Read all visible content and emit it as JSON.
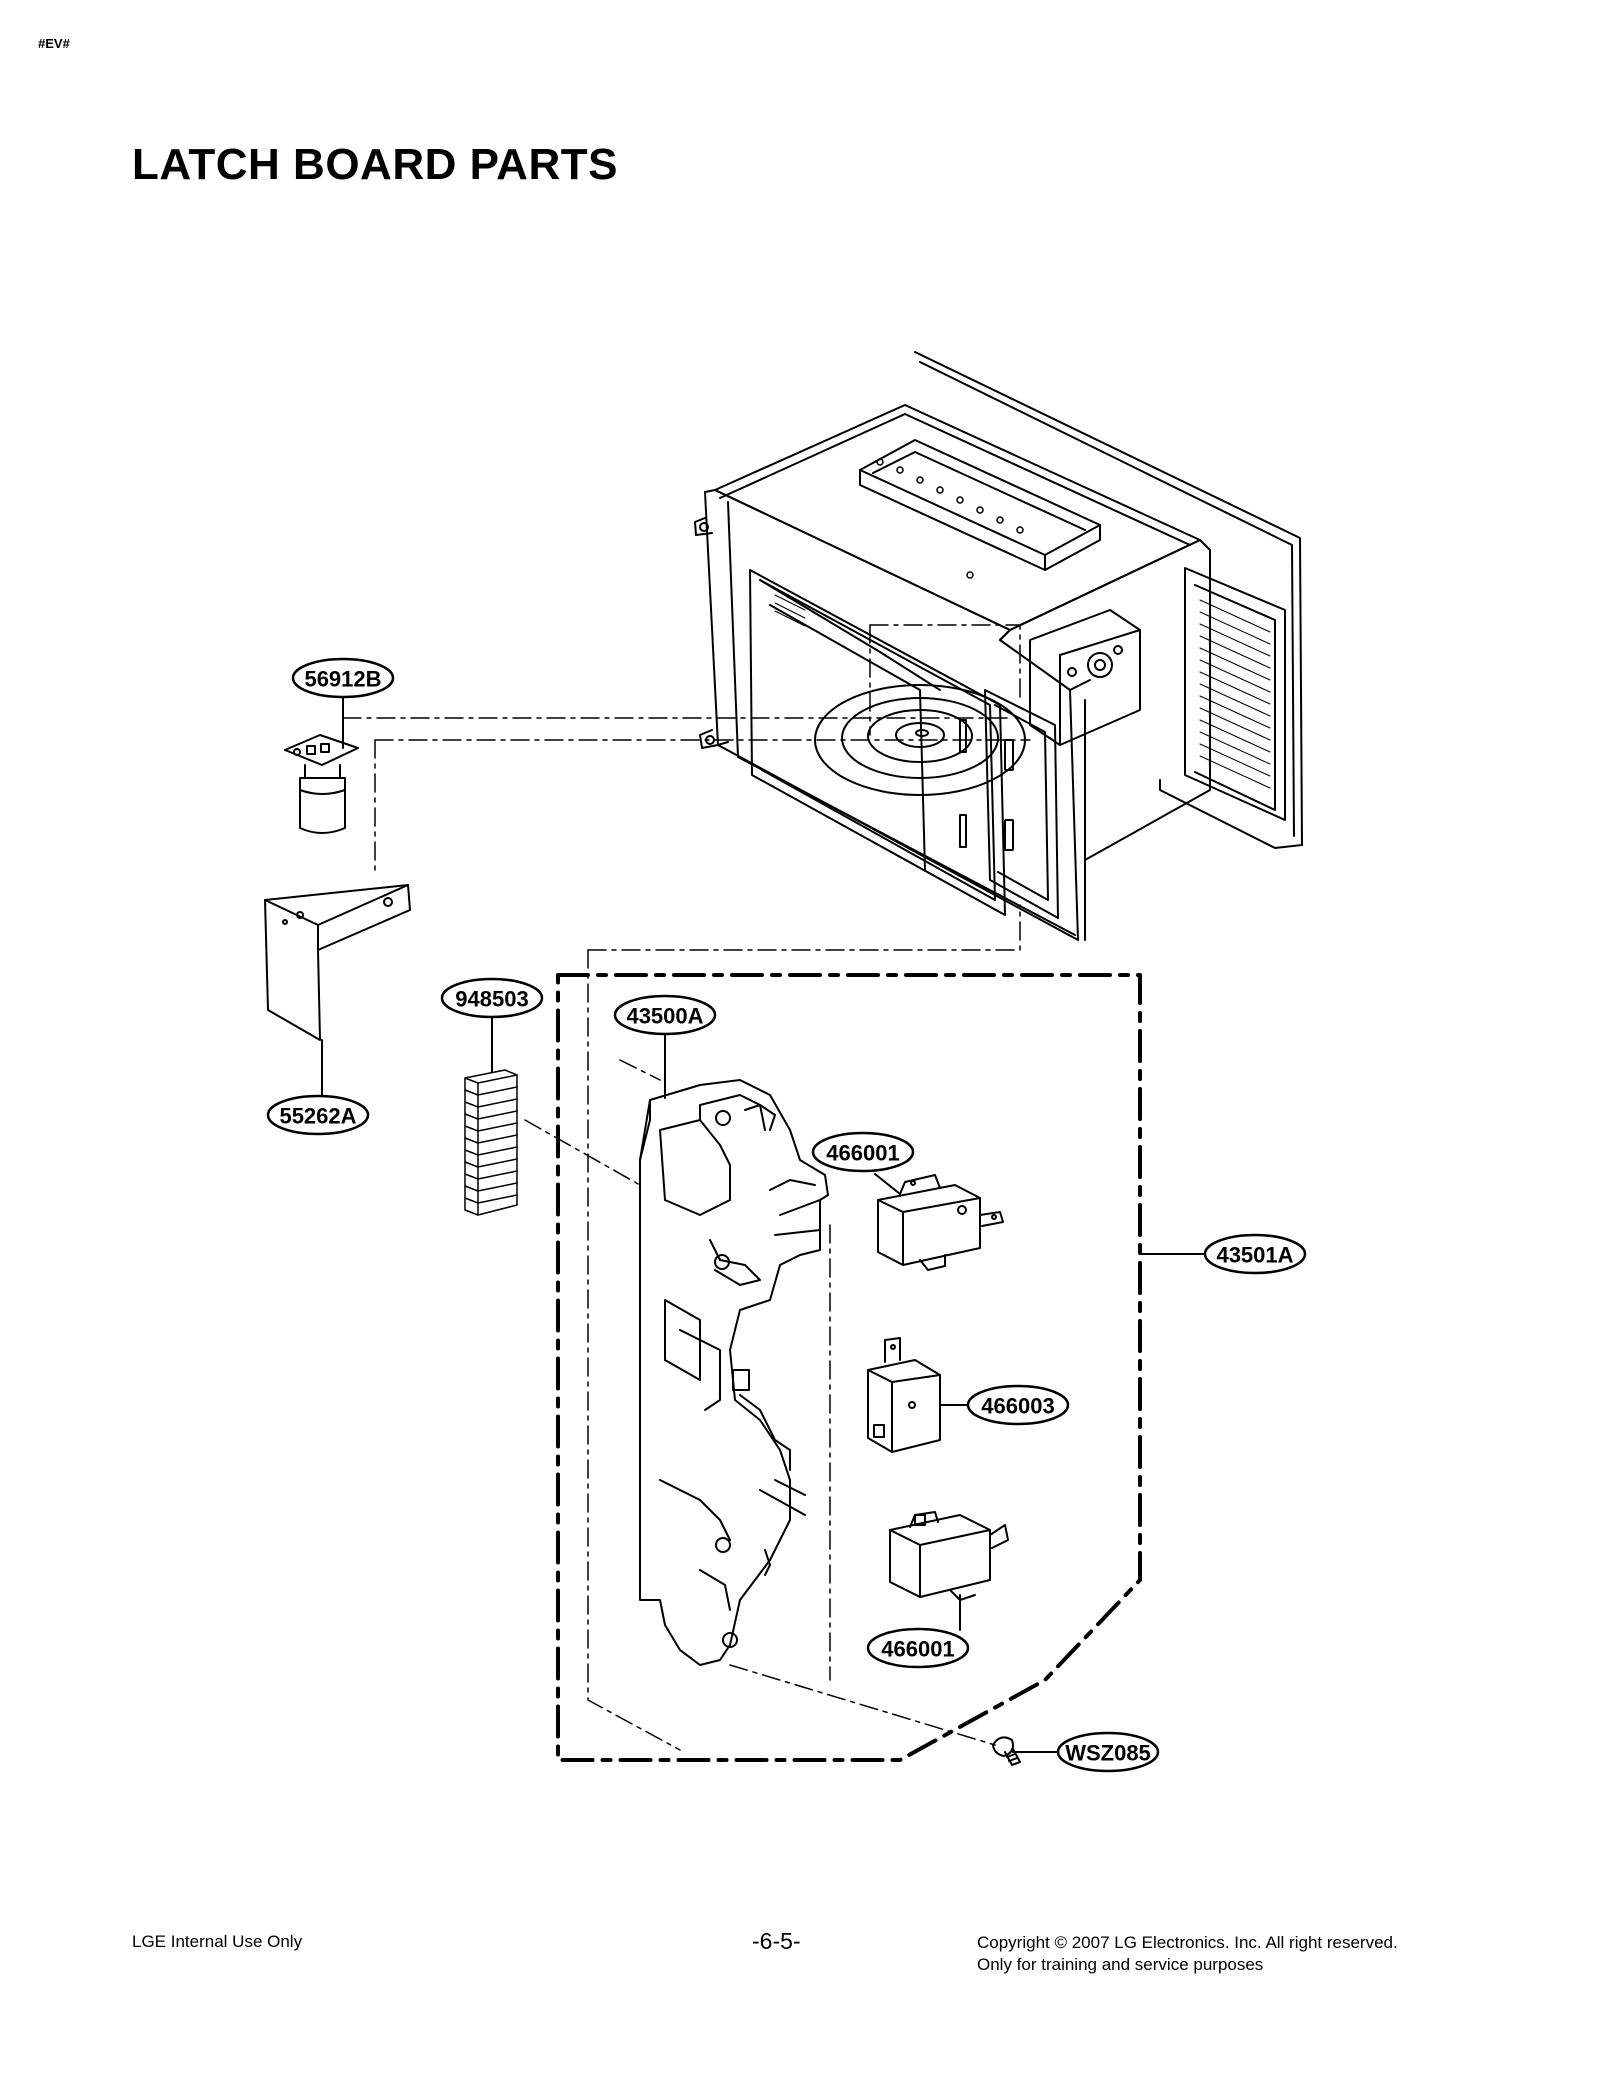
{
  "header": {
    "code": "#EV#"
  },
  "title": "LATCH BOARD PARTS",
  "diagram": {
    "parts": [
      {
        "id": "56912B"
      },
      {
        "id": "55262A"
      },
      {
        "id": "948503"
      },
      {
        "id": "43500A"
      },
      {
        "id": "466001"
      },
      {
        "id": "43501A"
      },
      {
        "id": "466003"
      },
      {
        "id": "466001"
      },
      {
        "id": "WSZ085"
      }
    ]
  },
  "footer": {
    "left": "LGE Internal Use Only",
    "page_number": "-6-5-",
    "copyright": "Copyright © 2007 LG Electronics. Inc. All right reserved.",
    "notice": "Only for training and service purposes"
  }
}
